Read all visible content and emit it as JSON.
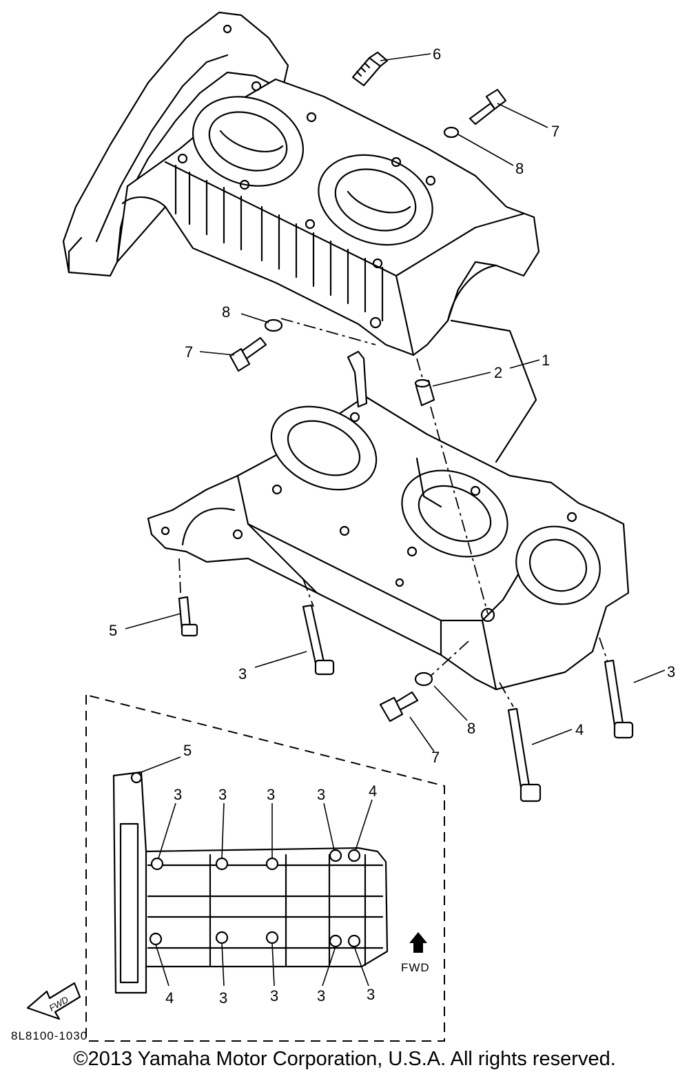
{
  "diagram": {
    "part_code": "8L8100-1030",
    "fwd_label": "FWD",
    "fwd_arrow_label": "FWD",
    "callouts": {
      "c1": "1",
      "c2": "2",
      "c3a": "3",
      "c3b": "3",
      "c4a": "4",
      "c5a": "5",
      "c6": "6",
      "c7a": "7",
      "c7b": "7",
      "c7c": "7",
      "c8a": "8",
      "c8b": "8",
      "c8c": "8",
      "i5": "5",
      "i3a": "3",
      "i3b": "3",
      "i3c": "3",
      "i3d": "3",
      "i4a": "4",
      "i4b": "4",
      "i3e": "3",
      "i3f": "3",
      "i3g": "3",
      "i3h": "3"
    }
  },
  "footer": {
    "copyright": "©2013 Yamaha Motor Corporation, U.S.A. All rights reserved."
  }
}
